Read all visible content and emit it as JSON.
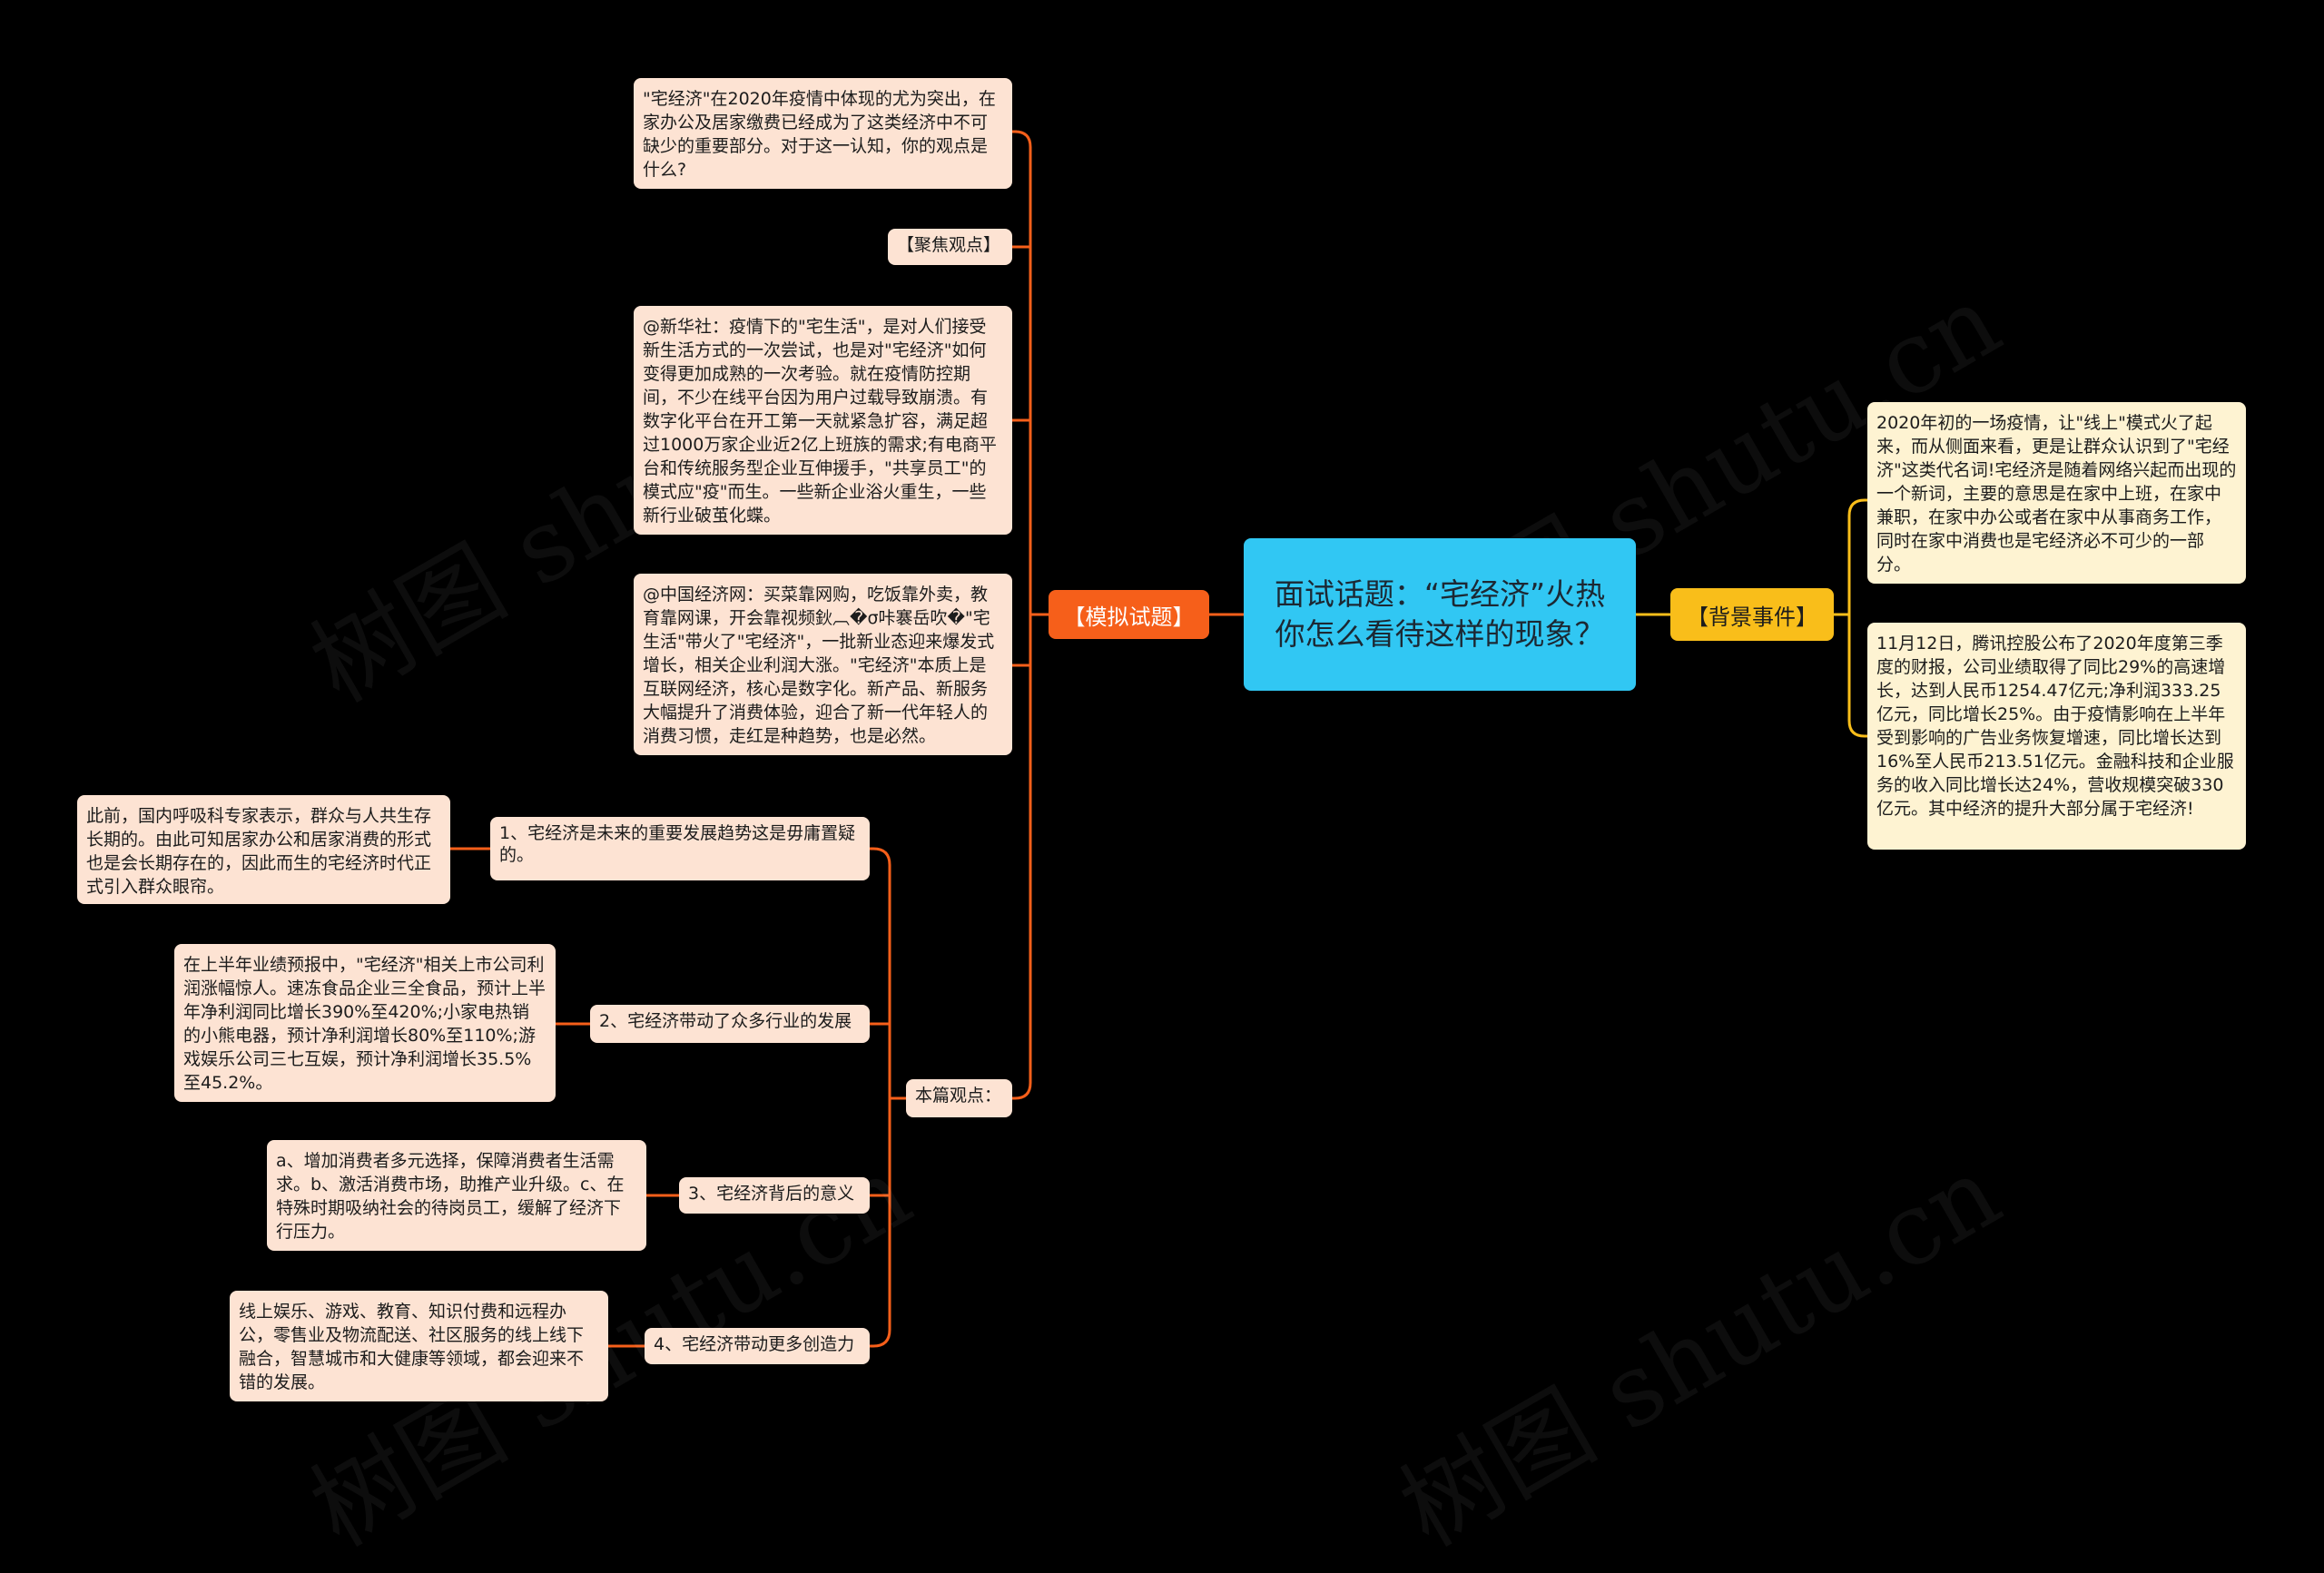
{
  "center": {
    "title": "面试话题：“宅经济”火热你怎么看待这样的现象？"
  },
  "branches": {
    "mock": {
      "label": "【模拟试题】"
    },
    "background": {
      "label": "【背景事件】"
    }
  },
  "mock_children": {
    "question": "\"宅经济\"在2020年疫情中体现的尤为突出，在家办公及居家缴费已经成为了这类经济中不可缺少的重要部分。对于这一认知，你的观点是什么?",
    "focus": "【聚焦观点】",
    "xinhua": "@新华社：疫情下的\"宅生活\"，是对人们接受新生活方式的一次尝试，也是对\"宅经济\"如何变得更加成熟的一次考验。就在疫情防控期间，不少在线平台因为用户过载导致崩溃。有数字化平台在开工第一天就紧急扩容，满足超过1000万家企业近2亿上班族的需求;有电商平台和传统服务型企业互伸援手，\"共享员工\"的模式应\"疫\"而生。一些新企业浴火重生，一些新行业破茧化蝶。",
    "cen": "@中国经济网：买菜靠网购，吃饭靠外卖，教育靠网课，开会靠视频鈥︹�σ咔褰岳吹�\"宅生活\"带火了\"宅经济\"，一批新业态迎来爆发式增长，相关企业利润大涨。\"宅经济\"本质上是互联网经济，核心是数字化。新产品、新服务大幅提升了消费体验，迎合了新一代年轻人的消费习惯，走红是种趋势，也是必然。",
    "view": "本篇观点："
  },
  "points": [
    {
      "label": "1、宅经济是未来的重要发展趋势这是毋庸置疑的。",
      "detail": "此前，国内呼吸科专家表示，群众与人共生存长期的。由此可知居家办公和居家消费的形式也是会长期存在的，因此而生的宅经济时代正式引入群众眼帘。"
    },
    {
      "label": "2、宅经济带动了众多行业的发展",
      "detail": "在上半年业绩预报中，\"宅经济\"相关上市公司利润涨幅惊人。速冻食品企业三全食品，预计上半年净利润同比增长390%至420%;小家电热销的小熊电器，预计净利润增长80%至110%;游戏娱乐公司三七互娱，预计净利润增长35.5%至45.2%。"
    },
    {
      "label": "3、宅经济背后的意义",
      "detail": "a、增加消费者多元选择，保障消费者生活需求。b、激活消费市场，助推产业升级。c、在特殊时期吸纳社会的待岗员工，缓解了经济下行压力。"
    },
    {
      "label": "4、宅经济带动更多创造力",
      "detail": "线上娱乐、游戏、教育、知识付费和远程办公，零售业及物流配送、社区服务的线上线下融合，智慧城市和大健康等领域，都会迎来不错的发展。"
    }
  ],
  "background_children": [
    "2020年初的一场疫情，让\"线上\"模式火了起来，而从侧面来看，更是让群众认识到了\"宅经济\"这类代名词!宅经济是随着网络兴起而出现的一个新词，主要的意思是在家中上班，在家中兼职，在家中办公或者在家中从事商务工作，同时在家中消费也是宅经济必不可少的一部分。",
    "11月12日，腾讯控股公布了2020年度第三季度的财报，公司业绩取得了同比29%的高速增长，达到人民币1254.47亿元;净利润333.25亿元，同比增长25%。由于疫情影响在上半年受到影响的广告业务恢复增速，同比增长达到16%至人民币213.51亿元。金融科技和企业服务的收入同比增长达24%，营收规模突破330亿元。其中经济的提升大部分属于宅经济!"
  ],
  "watermark": {
    "text": "树图 shutu.cn"
  },
  "colors": {
    "background": "#000000",
    "center": "#31c7f3",
    "branch_orange": "#f65f1a",
    "branch_yellow": "#f9be1a",
    "leaf": "#fde3d3",
    "leaf_yellow": "#fef3d2",
    "line_orange": "#f65f1a",
    "line_yellow": "#f9be1a"
  }
}
